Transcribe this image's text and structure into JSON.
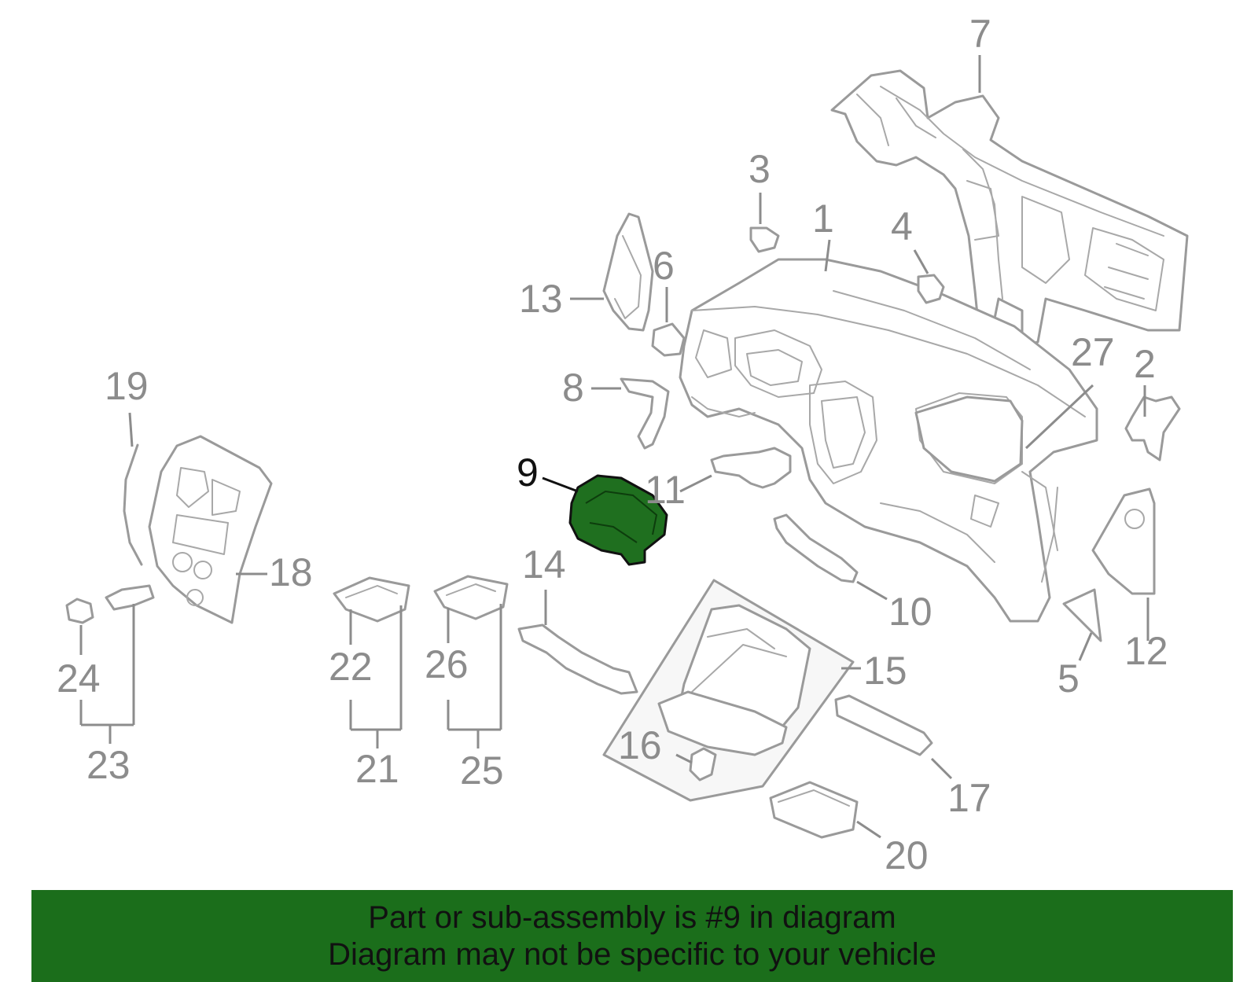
{
  "callouts": [
    {
      "id": "1",
      "label": "1"
    },
    {
      "id": "2",
      "label": "2"
    },
    {
      "id": "3",
      "label": "3"
    },
    {
      "id": "4",
      "label": "4"
    },
    {
      "id": "5",
      "label": "5"
    },
    {
      "id": "6",
      "label": "6"
    },
    {
      "id": "7",
      "label": "7"
    },
    {
      "id": "8",
      "label": "8"
    },
    {
      "id": "9",
      "label": "9"
    },
    {
      "id": "10",
      "label": "10"
    },
    {
      "id": "11",
      "label": "11"
    },
    {
      "id": "12",
      "label": "12"
    },
    {
      "id": "13",
      "label": "13"
    },
    {
      "id": "14",
      "label": "14"
    },
    {
      "id": "15",
      "label": "15"
    },
    {
      "id": "16",
      "label": "16"
    },
    {
      "id": "17",
      "label": "17"
    },
    {
      "id": "18",
      "label": "18"
    },
    {
      "id": "19",
      "label": "19"
    },
    {
      "id": "20",
      "label": "20"
    },
    {
      "id": "21",
      "label": "21"
    },
    {
      "id": "22",
      "label": "22"
    },
    {
      "id": "23",
      "label": "23"
    },
    {
      "id": "24",
      "label": "24"
    },
    {
      "id": "25",
      "label": "25"
    },
    {
      "id": "26",
      "label": "26"
    },
    {
      "id": "27",
      "label": "27"
    }
  ],
  "highlight": {
    "part": "9",
    "color": "#1f6f1f"
  },
  "banner": {
    "line1": "Part or sub-assembly is #9 in diagram",
    "line2": "Diagram may not be specific to your vehicle",
    "background": "#1b6e1b"
  }
}
